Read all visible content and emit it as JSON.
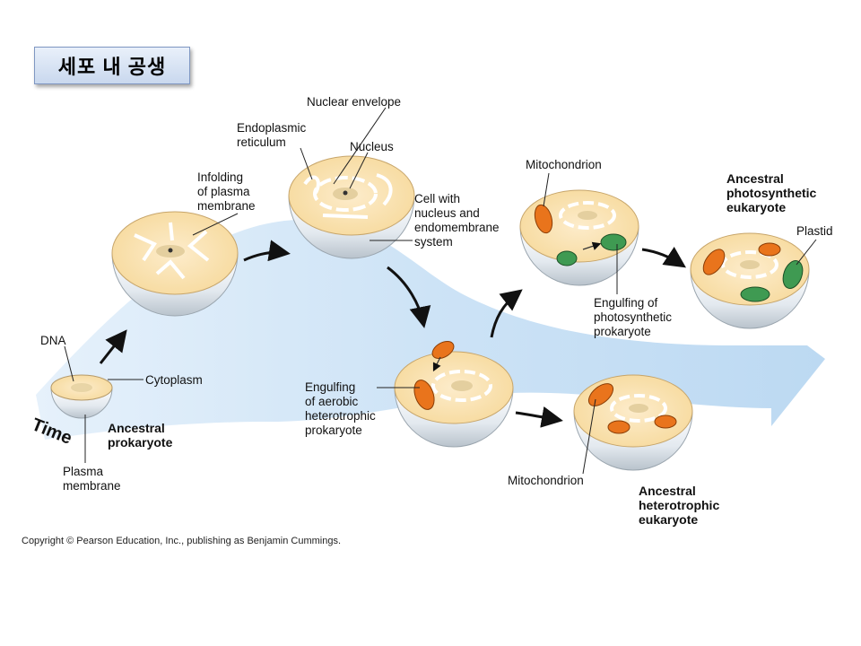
{
  "title": "세포 내 공생",
  "labels": {
    "dna": "DNA",
    "cytoplasm": "Cytoplasm",
    "ancestral_prokaryote": [
      "Ancestral",
      "prokaryote"
    ],
    "plasma_membrane": [
      "Plasma",
      "membrane"
    ],
    "time": "Time",
    "infolding": [
      "Infolding",
      "of plasma",
      "membrane"
    ],
    "endoplasmic_reticulum": [
      "Endoplasmic",
      "reticulum"
    ],
    "nuclear_envelope": "Nuclear envelope",
    "nucleus": "Nucleus",
    "cell_with_nucleus": [
      "Cell with",
      "nucleus and",
      "endomembrane",
      "system"
    ],
    "engulfing_aerobic": [
      "Engulfing",
      "of aerobic",
      "heterotrophic",
      "prokaryote"
    ],
    "mitochondrion_top": "Mitochondrion",
    "engulfing_photosynthetic": [
      "Engulfing of",
      "photosynthetic",
      "prokaryote"
    ],
    "ancestral_photosynthetic": [
      "Ancestral",
      "photosynthetic",
      "eukaryote"
    ],
    "plastid": "Plastid",
    "mitochondrion_bottom": "Mitochondrion",
    "ancestral_heterotrophic": [
      "Ancestral",
      "heterotrophic",
      "eukaryote"
    ]
  },
  "copyright": "Copyright © Pearson Education, Inc., publishing as Benjamin Cummings.",
  "colors": {
    "band": "#cfe4f6",
    "cytoplasm": "#fbe3b0",
    "membrane_shell": "#e8eef4",
    "mitochondrion": "#e9741c",
    "plastid": "#3f9a52"
  }
}
